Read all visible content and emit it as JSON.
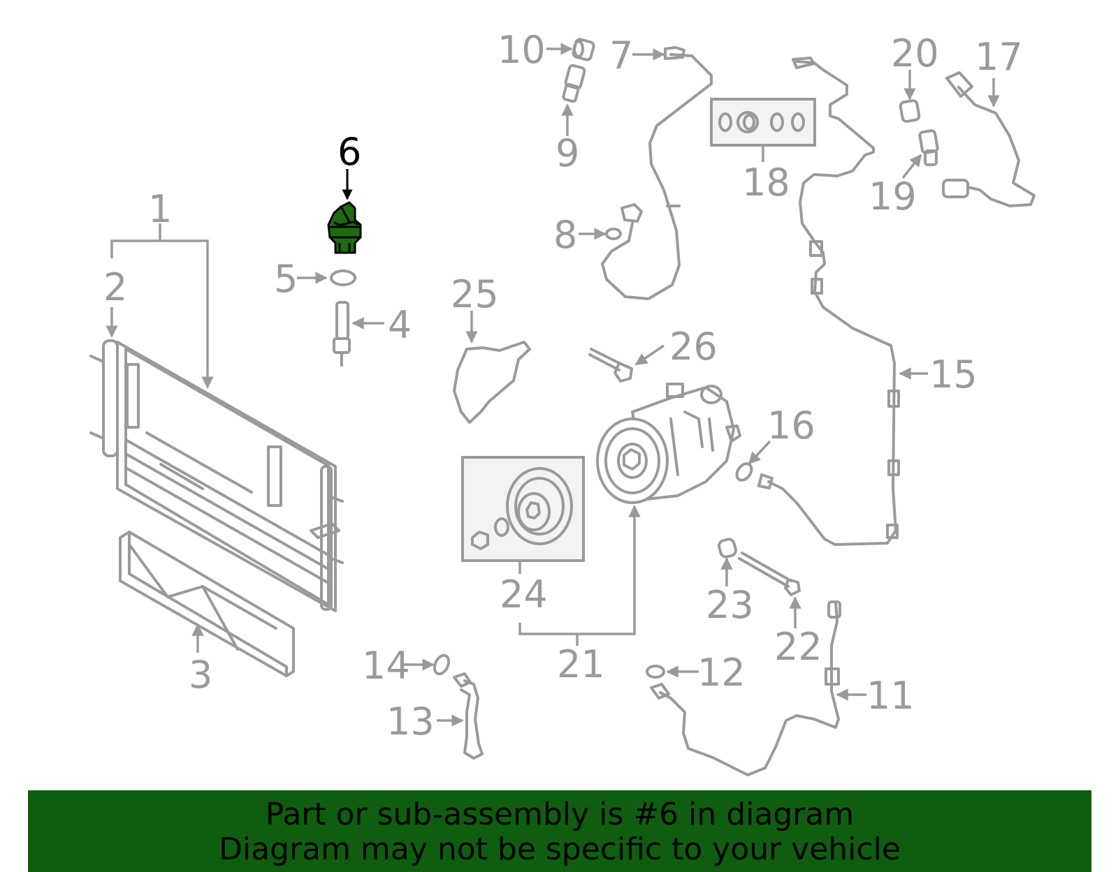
{
  "diagram": {
    "highlight_color": "#1e6b12",
    "part_color": "#9a9a9a",
    "highlighted_part": "6",
    "callouts": [
      "1",
      "2",
      "3",
      "4",
      "5",
      "6",
      "7",
      "8",
      "9",
      "10",
      "11",
      "12",
      "13",
      "14",
      "15",
      "16",
      "17",
      "18",
      "19",
      "20",
      "21",
      "22",
      "23",
      "24",
      "25",
      "26"
    ]
  },
  "banner": {
    "background": "#0f5e0f",
    "line1": "Part or sub-assembly is #6 in diagram",
    "line2": "Diagram may not be specific to your vehicle"
  }
}
